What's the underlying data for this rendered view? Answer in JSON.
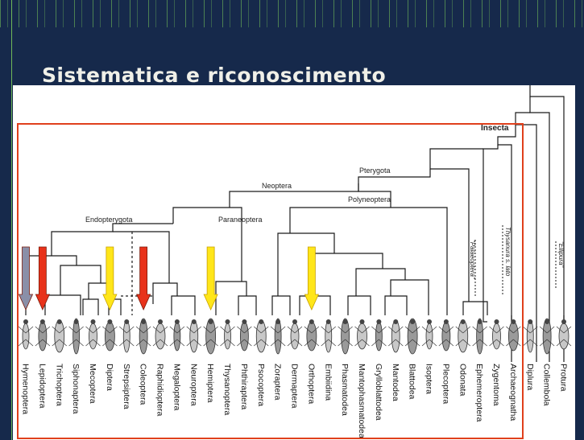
{
  "slide": {
    "title": "Sistematica e riconoscimento"
  },
  "diagram": {
    "clade_labels": {
      "insecta": "Insecta",
      "pterygota": "Pterygota",
      "neoptera": "Neoptera",
      "polyneoptera": "Polyneoptera",
      "endopterygota": "Endopterygota",
      "paraneoptera": "Paraneoptera",
      "palaeoptera": "\"Palaeoptera\"",
      "thysanura": "Thysanura s. lato",
      "ellipura": "\"Ellipura\""
    },
    "taxa": [
      {
        "name": "Hymenoptera",
        "arrow": "gray"
      },
      {
        "name": "Lepidoptera",
        "arrow": "red"
      },
      {
        "name": "Trichoptera"
      },
      {
        "name": "Siphonaptera"
      },
      {
        "name": "Mecoptera"
      },
      {
        "name": "Diptera",
        "arrow": "yellow"
      },
      {
        "name": "Strepsiptera"
      },
      {
        "name": "Coleoptera",
        "arrow": "red"
      },
      {
        "name": "Raphidioptera"
      },
      {
        "name": "Megaloptera"
      },
      {
        "name": "Neuroptera"
      },
      {
        "name": "Hemiptera",
        "arrow": "yellow"
      },
      {
        "name": "Thysanoptera"
      },
      {
        "name": "Phthiraptera"
      },
      {
        "name": "Psocoptera"
      },
      {
        "name": "Zoraptera"
      },
      {
        "name": "Dermaptera"
      },
      {
        "name": "Orthoptera",
        "arrow": "yellow"
      },
      {
        "name": "Embiidina"
      },
      {
        "name": "Phasmatodea"
      },
      {
        "name": "Mantophasmatodea"
      },
      {
        "name": "Grylloblattodea"
      },
      {
        "name": "Mantodea"
      },
      {
        "name": "Blattodea"
      },
      {
        "name": "Isoptera"
      },
      {
        "name": "Plecoptera"
      },
      {
        "name": "Odonata"
      },
      {
        "name": "Ephemeroptera"
      },
      {
        "name": "Zygentoma"
      },
      {
        "name": "Archaeognatha"
      },
      {
        "name": "Diplura"
      },
      {
        "name": "Collembola"
      },
      {
        "name": "Protura"
      }
    ],
    "colors": {
      "highlight_box": "#e0401c",
      "arrow_red": "#e8321a",
      "arrow_yellow": "#ffe619",
      "arrow_gray": "#8a8fa8",
      "background": "#16294b",
      "title_text": "#f0f0e8"
    }
  }
}
